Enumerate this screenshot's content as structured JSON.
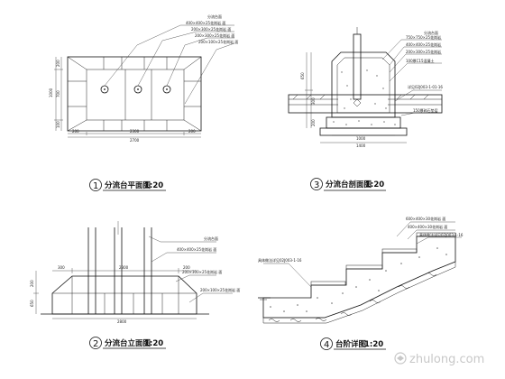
{
  "panels": [
    {
      "number": "1",
      "title": "分流台平面图",
      "scale": "1:20",
      "dims": {
        "top_total": "2700",
        "bottom_left": "200",
        "bottom_mid": "2300",
        "bottom_right": "200",
        "left_h": "1000",
        "left_a": "200",
        "left_b": "700",
        "left_c": "100"
      }
    },
    {
      "number": "2",
      "title": "分流台立面图",
      "scale": "1:20",
      "dims": {
        "left": "300",
        "mid": "2300",
        "right": "200",
        "bottom": "2800",
        "height": "650",
        "height2": "200"
      }
    },
    {
      "number": "3",
      "title": "分流台剖面图",
      "scale": "1:20",
      "dims": {
        "left_a": "650",
        "left_b": "300",
        "left_c": "200",
        "bot_a": "1000",
        "bot_b": "1400"
      }
    },
    {
      "number": "4",
      "title": "台阶详图",
      "scale": "1:20"
    }
  ],
  "watermark": "zhulong.com"
}
